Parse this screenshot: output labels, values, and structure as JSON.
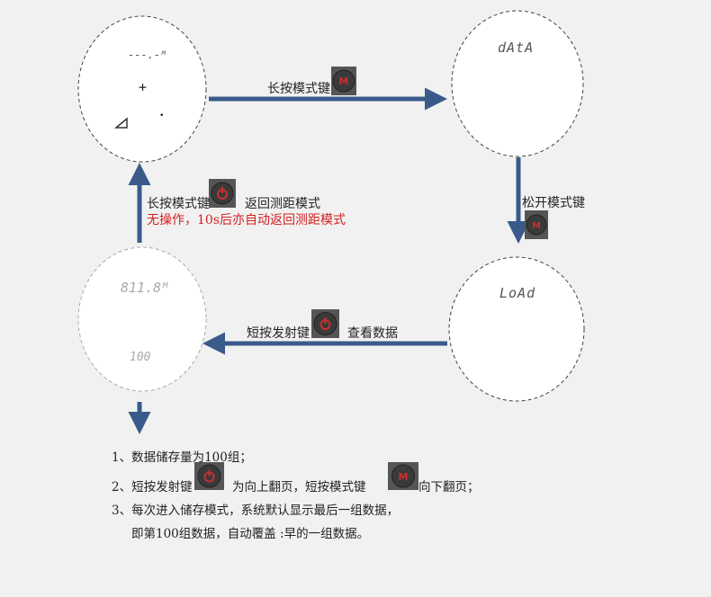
{
  "states": {
    "measure": {
      "readout_top": "---.-ᴹ",
      "cross": "+",
      "dot": "•"
    },
    "data_mode": {
      "lcd_text": "dAtA"
    },
    "load": {
      "lcd_text": "LoAd"
    },
    "view": {
      "reading": "811.8ᴹ",
      "index": "100"
    }
  },
  "arrows": {
    "top": {
      "text": "长按模式键"
    },
    "right": {
      "text": "松开模式键"
    },
    "bottom": {
      "text_before": "短按发射键",
      "text_after": "查看数据"
    },
    "left": {
      "text_before": "长按模式键",
      "text_after": "返回测距模式",
      "note": "无操作，10s后亦自动返回测距模式"
    }
  },
  "notes": {
    "line1": "1、数据储存量为100组；",
    "line2_a": "2、短按发射键",
    "line2_b": "为向上翻页，短按模式键",
    "line2_c": "向下翻页；",
    "line3": "3、每次进入储存模式，系统默认显示最后一组数据，",
    "line4": "即第100组数据，自动覆盖 :早的一组数据。"
  },
  "icons": {
    "mode_button": "mode-button-icon",
    "fire_button": "fire-button-icon"
  },
  "colors": {
    "arrow": "#3a5a8a",
    "note_red": "#d42020",
    "button_face": "#3a3a3a",
    "button_glyph": "#c83030"
  }
}
